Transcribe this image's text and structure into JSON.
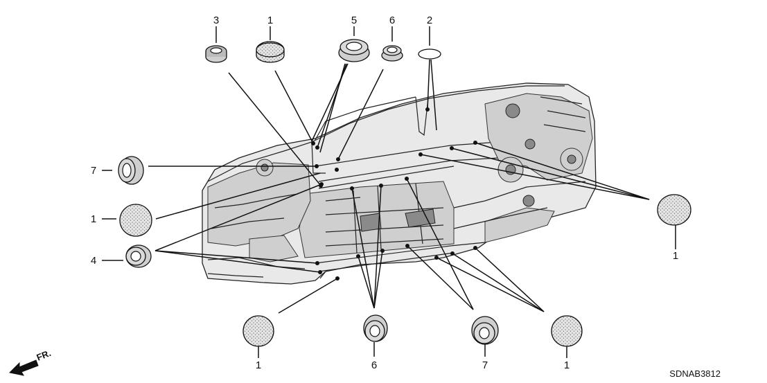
{
  "diagram": {
    "code": "SDNAB3812",
    "direction_label": "FR."
  },
  "callouts": [
    {
      "label": "3",
      "part": "grommet-ring"
    },
    {
      "label": "1",
      "part": "plug-cap"
    },
    {
      "label": "5",
      "part": "grommet-ring"
    },
    {
      "label": "6",
      "part": "grommet-ring"
    },
    {
      "label": "2",
      "part": "sealing-pad"
    },
    {
      "label": "7",
      "part": "grommet-ring"
    },
    {
      "label": "1",
      "part": "plug-cap"
    },
    {
      "label": "4",
      "part": "grommet-ring"
    },
    {
      "label": "1",
      "part": "plug-cap"
    },
    {
      "label": "1",
      "part": "plug-cap"
    },
    {
      "label": "6",
      "part": "grommet-ring"
    },
    {
      "label": "7",
      "part": "grommet-ring"
    },
    {
      "label": "1",
      "part": "plug-cap"
    }
  ]
}
